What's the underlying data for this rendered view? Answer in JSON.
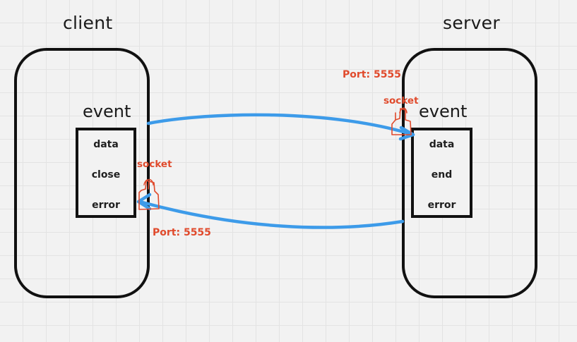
{
  "client": {
    "title": "client",
    "event_title": "event",
    "events": [
      "data",
      "close",
      "error"
    ]
  },
  "server": {
    "title": "server",
    "event_title": "event",
    "events": [
      "data",
      "end",
      "error"
    ]
  },
  "annotations": {
    "server_port": "Port: 5555",
    "server_socket": "socket",
    "client_port": "Port: 5555",
    "client_socket": "socket"
  },
  "colors": {
    "arrow": "#3d9be9",
    "socket_marker": "#e04a2c",
    "outline": "#111111"
  }
}
